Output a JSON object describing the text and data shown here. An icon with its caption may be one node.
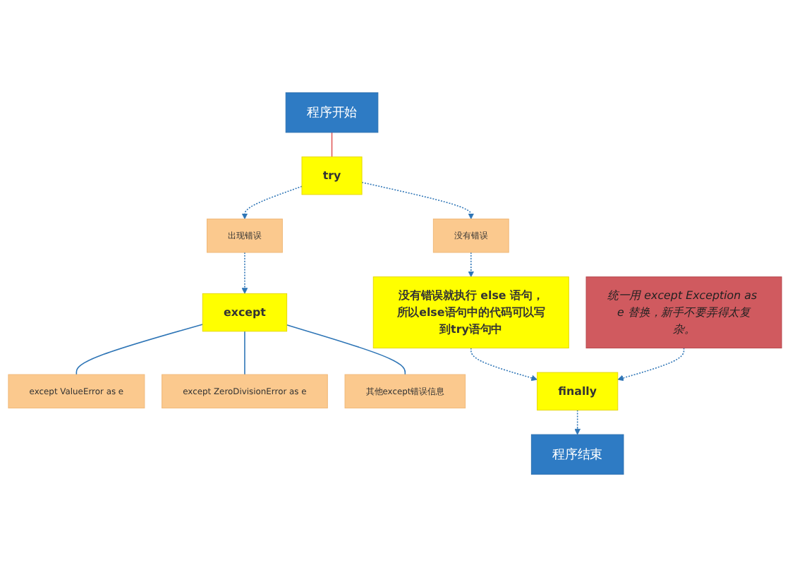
{
  "diagram": {
    "nodes": [
      {
        "text": [
          "程序开始"
        ]
      },
      {
        "text": [
          "try"
        ]
      },
      {
        "text": [
          "没有错误"
        ]
      },
      {
        "text": [
          "出现错误"
        ]
      },
      {
        "text": [
          "except"
        ]
      },
      {
        "text": [
          "except ValueError as e"
        ]
      },
      {
        "text": [
          "except ZeroDivisionError as e"
        ]
      },
      {
        "text": [
          "其他except错误信息"
        ]
      },
      {
        "text": [
          "没有错误就执行 else 语句，所以else语句中的代码可以写到try语句中"
        ]
      },
      {
        "text": [
          "统一用 except Exception as e 替换，新手不要弄得太复杂。"
        ]
      },
      {
        "text": [
          "finally"
        ]
      },
      {
        "text": [
          "程序结束"
        ]
      }
    ],
    "edges": [
      {
        "from": 0,
        "to": 1,
        "arrow": "none",
        "color": "#e05a5a"
      },
      {
        "from": 1,
        "to": 2,
        "arrow": "to",
        "style": "dashed"
      },
      {
        "from": 1,
        "to": 3,
        "arrow": "to",
        "style": "dashed"
      },
      {
        "from": 3,
        "to": 4,
        "arrow": "to",
        "style": "dashed"
      },
      {
        "from": 4,
        "to": 5,
        "arrow": "none"
      },
      {
        "from": 4,
        "to": 6,
        "arrow": "none"
      },
      {
        "from": 4,
        "to": 7,
        "arrow": "none"
      },
      {
        "from": 2,
        "to": 8,
        "arrow": "to",
        "style": "dashed"
      },
      {
        "from": 8,
        "to": 10,
        "arrow": "to",
        "style": "dashed"
      },
      {
        "from": 9,
        "to": 10,
        "arrow": "to",
        "style": "dashed"
      },
      {
        "from": 10,
        "to": 11,
        "arrow": "to",
        "style": "dashed"
      }
    ]
  }
}
